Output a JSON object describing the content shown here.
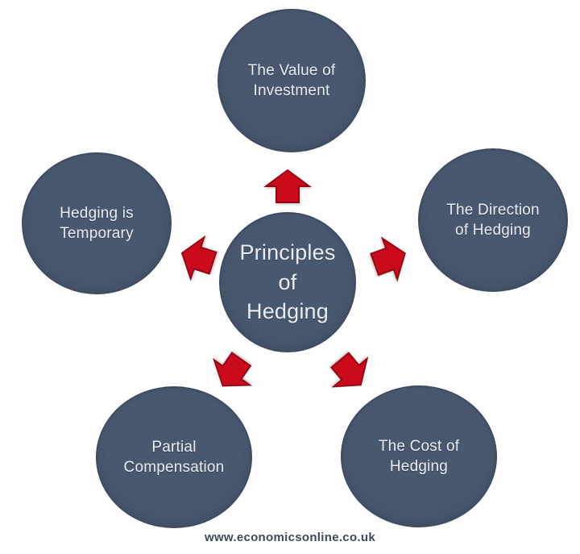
{
  "diagram": {
    "title": "Principles of Hedging diagram",
    "center": {
      "id": "principles-of-hedging",
      "label": "Principles\nof\nHedging"
    },
    "nodes": [
      {
        "id": "value-of-investment",
        "label": "The Value of\nInvestment",
        "position": "top"
      },
      {
        "id": "direction-of-hedging",
        "label": "The Direction\nof Hedging",
        "position": "right"
      },
      {
        "id": "hedging-is-temporary",
        "label": "Hedging is\nTemporary",
        "position": "left"
      },
      {
        "id": "partial-compensation",
        "label": "Partial\nCompensation",
        "position": "bottom-left"
      },
      {
        "id": "cost-of-hedging",
        "label": "The Cost of\nHedging",
        "position": "bottom-right"
      }
    ],
    "arrows": [
      {
        "icon": "arrow-up-icon",
        "direction": "up"
      },
      {
        "icon": "arrow-up-right-icon",
        "direction": "up-right"
      },
      {
        "icon": "arrow-up-left-icon",
        "direction": "up-left"
      },
      {
        "icon": "arrow-down-left-icon",
        "direction": "down-left"
      },
      {
        "icon": "arrow-down-right-icon",
        "direction": "down-right"
      }
    ],
    "footer": "www.economicsonline.co.uk"
  },
  "colors": {
    "node_fill": "#48586f",
    "node_border": "#3d4c62",
    "arrow_fill": "#c90b1c",
    "arrow_border": "#960713",
    "node_text": "#e9edf3",
    "footer_text": "#3d4a5c",
    "bg": "#fefefe"
  }
}
